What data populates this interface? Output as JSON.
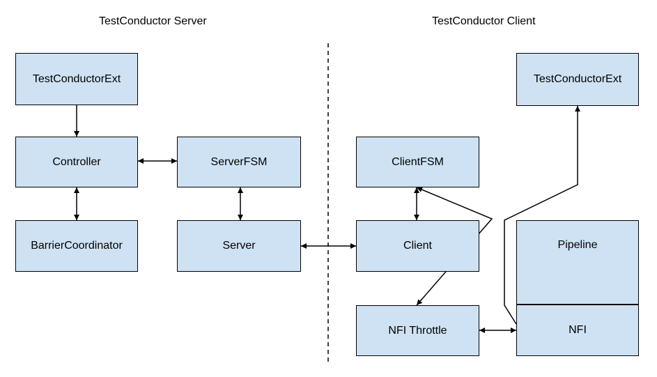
{
  "titles": {
    "server": "TestConductor Server",
    "client": "TestConductor Client"
  },
  "server_boxes": {
    "ext": "TestConductorExt",
    "controller": "Controller",
    "server_fsm": "ServerFSM",
    "barrier": "BarrierCoordinator",
    "server": "Server"
  },
  "client_boxes": {
    "ext": "TestConductorExt",
    "client_fsm": "ClientFSM",
    "client": "Client",
    "pipeline": "Pipeline",
    "nfi_throttle": "NFI Throttle",
    "nfi": "NFI"
  },
  "colors": {
    "box_fill": "#cfe2f3",
    "stroke": "#000000"
  }
}
